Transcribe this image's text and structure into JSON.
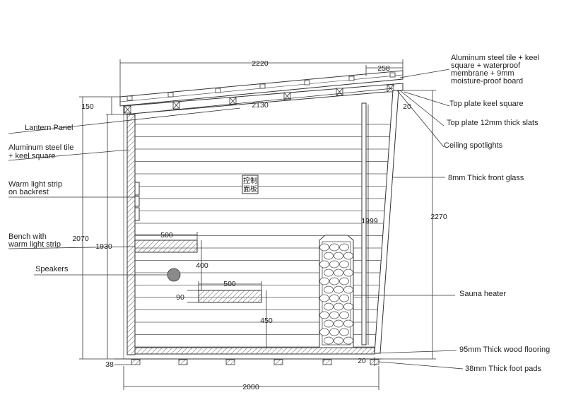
{
  "labels": {
    "lantern_panel": "Lantern Panel",
    "alu_tile_1": "Aluminum steel tile",
    "alu_tile_2": "+ keel square",
    "warm_strip_1": "Warm light strip",
    "warm_strip_2": "on backrest",
    "bench_1": "Bench with",
    "bench_2": "warm light strip",
    "speakers": "Speakers",
    "roof_1": "Aluminum steel tile + keel",
    "roof_2": "square + waterproof",
    "roof_3": "membrane + 9mm",
    "roof_4": "moisture-proof board",
    "top_keel": "Top plate keel square",
    "top_slats": "Top plate 12mm thick slats",
    "ceiling_spot": "Ceiling spotlights",
    "front_glass": "8mm Thick front glass",
    "sauna_heater": "Sauna heater",
    "wood_floor": "95mm Thick wood flooring",
    "foot_pads": "38mm Thick foot pads",
    "control_panel_1": "控制",
    "control_panel_2": "面板"
  },
  "dimensions": {
    "roof_length": "2220",
    "roof_overhang": "258",
    "roof_inner": "2130",
    "right_gap": "20",
    "left_top": "150",
    "left_total": "2070",
    "left_inner": "1930",
    "right_height": "2270",
    "glass_height": "1999",
    "bench_upper_width": "500",
    "bench_upper_height": "400",
    "bench_lower_width": "500",
    "bench_thickness": "90",
    "bench_lower_height": "450",
    "foot_pad": "38",
    "floor_gap": "20",
    "base_width": "2000"
  },
  "colors": {
    "line": "#333333",
    "hatch": "#777777",
    "speaker": "#8a8a8a"
  }
}
